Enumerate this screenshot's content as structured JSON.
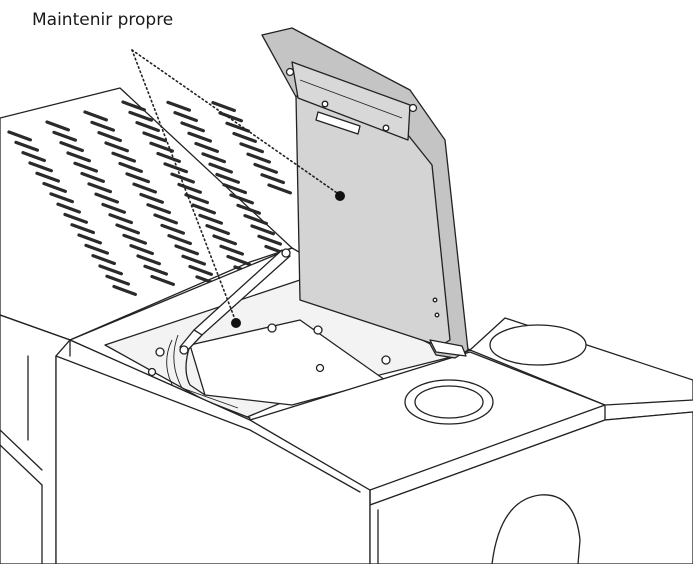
{
  "callout": {
    "label": "Maintenir propre"
  },
  "colors": {
    "line": "#222222",
    "lid": "#d4d4d4",
    "lid_frame": "#c4c4c4",
    "grille_slot": "#2a2a2a",
    "background": "#ffffff"
  },
  "icons": [
    "clean-point-marker",
    "leader-line"
  ]
}
